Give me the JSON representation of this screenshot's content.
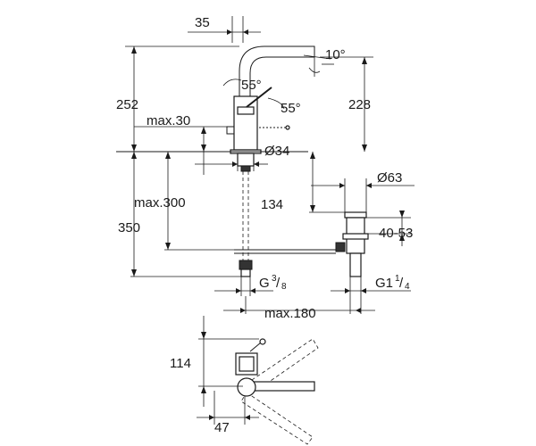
{
  "dimensions": {
    "d35": "35",
    "d10deg": "10°",
    "d252": "252",
    "d55a": "55°",
    "d228": "228",
    "d55b": "55°",
    "max30": "max.30",
    "dia34": "Ø34",
    "dia63": "Ø63",
    "max300": "max.300",
    "d134": "134",
    "d350": "350",
    "d4053": "40-53",
    "g38_main": "G",
    "g38_num": "3",
    "g38_den": "8",
    "g114_main": "G1",
    "g114_num": "1",
    "g114_den": "4",
    "max180": "max.180",
    "d114": "114",
    "d47": "47"
  }
}
